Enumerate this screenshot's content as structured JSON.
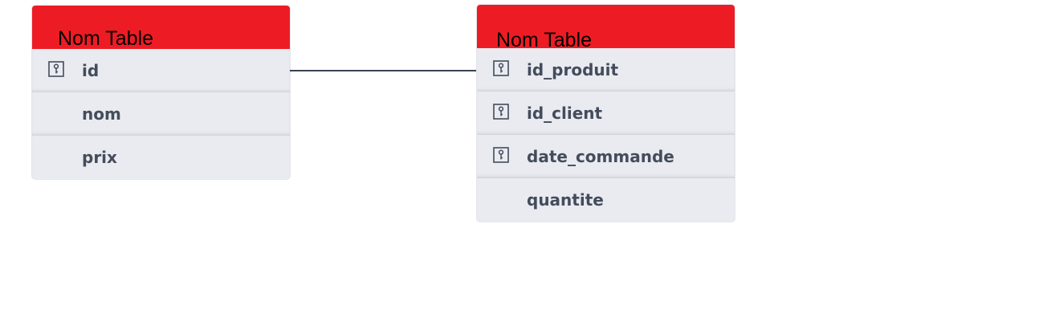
{
  "diagram": {
    "tables": [
      {
        "title": "Nom Table",
        "fields": [
          {
            "name": "id",
            "icon": "primary-key-icon"
          },
          {
            "name": "nom"
          },
          {
            "name": "prix"
          }
        ]
      },
      {
        "title": "Nom Table",
        "fields": [
          {
            "name": "id_produit",
            "icon": "primary-key-icon"
          },
          {
            "name": "id_client",
            "icon": "primary-key-icon"
          },
          {
            "name": "date_commande",
            "icon": "primary-key-icon"
          },
          {
            "name": "quantite"
          }
        ]
      }
    ],
    "relations": [
      {
        "from": "tables.0.fields.0",
        "to": "tables.1.fields.0"
      }
    ],
    "colors": {
      "header": "#ed1c24",
      "row": "#e9ebf0",
      "text": "#444c5c",
      "connector": "#3a4254"
    }
  }
}
